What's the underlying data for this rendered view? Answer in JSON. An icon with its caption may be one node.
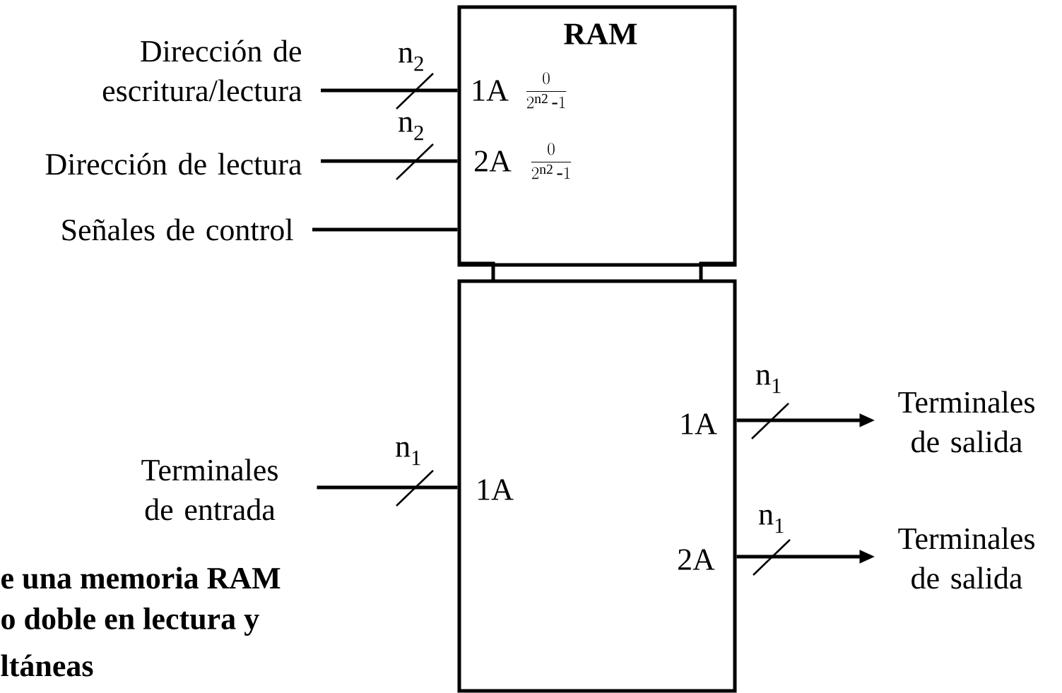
{
  "diagram": {
    "nodes": [
      {
        "text": [
          "RAM",
          "1A",
          "\\frac{0}{2^{\\mathrm{n2}}\\,\\text{-}1}",
          "2A",
          "\\frac{0}{2^{\\mathrm{n2}}\\,\\text{-}1}"
        ]
      },
      {
        "text": [
          "1A",
          "1A",
          "2A"
        ]
      },
      {
        "text": [
          "Dirección de escritura/lectura"
        ]
      },
      {
        "text": [
          "Dirección de lectura"
        ]
      },
      {
        "text": [
          "Señales de control"
        ]
      },
      {
        "text": [
          "Terminales de entrada"
        ]
      },
      {
        "text": [
          "Terminales de salida"
        ]
      },
      {
        "text": [
          "Terminales de salida"
        ]
      }
    ],
    "edges": [
      {
        "from": 2,
        "to": 0,
        "arrow": "none",
        "label": "n$_{2}$"
      },
      {
        "from": 3,
        "to": 0,
        "arrow": "none",
        "label": "n$_{2}$"
      },
      {
        "from": 4,
        "to": 0,
        "arrow": "none"
      },
      {
        "from": 5,
        "to": 1,
        "arrow": "none",
        "label": "n$_{1}$"
      },
      {
        "from": 1,
        "to": 6,
        "arrow": "to",
        "label": "n$_{1}$"
      },
      {
        "from": 1,
        "to": 7,
        "arrow": "to",
        "label": "n$_{1}$"
      }
    ],
    "labels": [
      "e una memoria RAM",
      "o doble en lectura y",
      "ltáneas"
    ]
  }
}
